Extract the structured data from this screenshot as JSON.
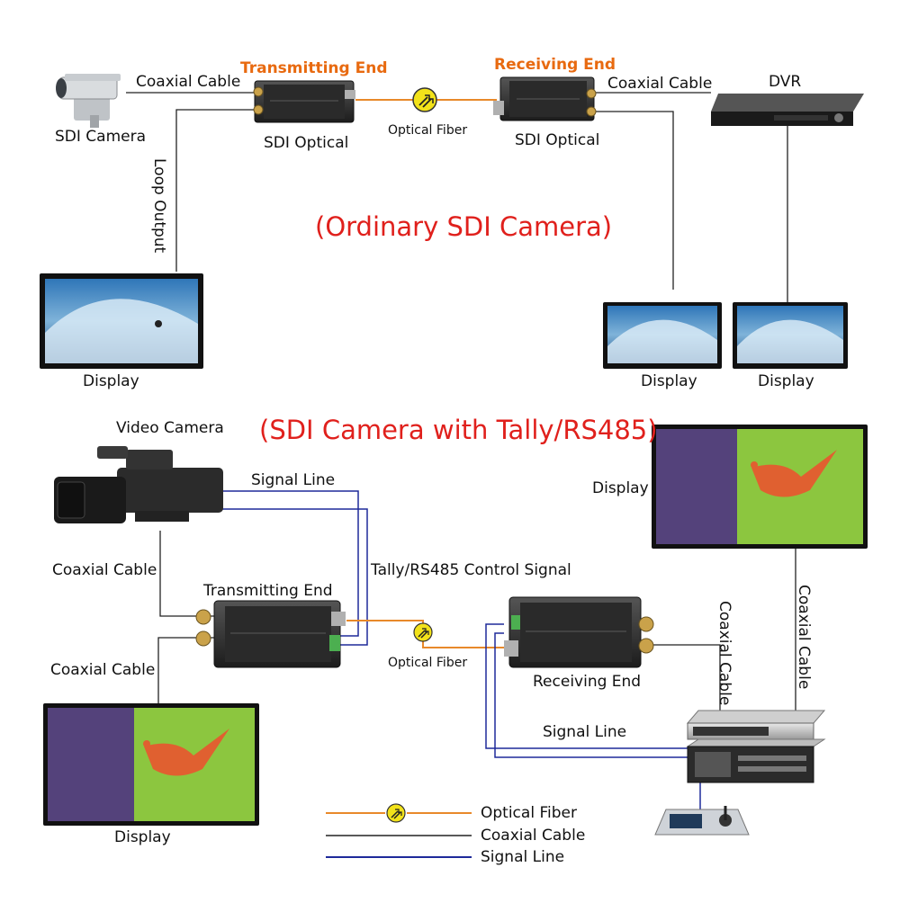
{
  "section1": {
    "title": "(Ordinary SDI Camera)",
    "sdi_camera": "SDI Camera",
    "coax_left": "Coaxial Cable",
    "tx_label": "Transmitting End",
    "tx_device": "SDI Optical",
    "fiber": "Optical Fiber",
    "rx_label": "Receiving End",
    "rx_device": "SDI Optical",
    "coax_right": "Coaxial Cable",
    "dvr": "DVR",
    "loop": "Loop Output",
    "display_left": "Display",
    "display_mid": "Display",
    "display_right": "Display"
  },
  "section2": {
    "title": "(SDI Camera with Tally/RS485)",
    "video_camera": "Video Camera",
    "signal_line_top": "Signal Line",
    "coax_camera": "Coaxial Cable",
    "tx_label": "Transmitting End",
    "tally": "Tally/RS485 Control Signal",
    "coax_display": "Coaxial Cable",
    "fiber": "Optical Fiber",
    "rx_label": "Receiving End",
    "display_right": "Display",
    "coax_vert_1": "Coaxial Cable",
    "coax_vert_2": "Coaxial Cable",
    "signal_line_bottom": "Signal Line",
    "display_left": "Display"
  },
  "legend": {
    "fiber": "Optical Fiber",
    "coax": "Coaxial Cable",
    "signal": "Signal Line"
  },
  "colors": {
    "fiber": "#e8892a",
    "coax": "#222222",
    "signal": "#1e2a9a",
    "title_red": "#e0201c",
    "label_orange": "#e86a10",
    "fiber_badge": "#f2e21a"
  }
}
